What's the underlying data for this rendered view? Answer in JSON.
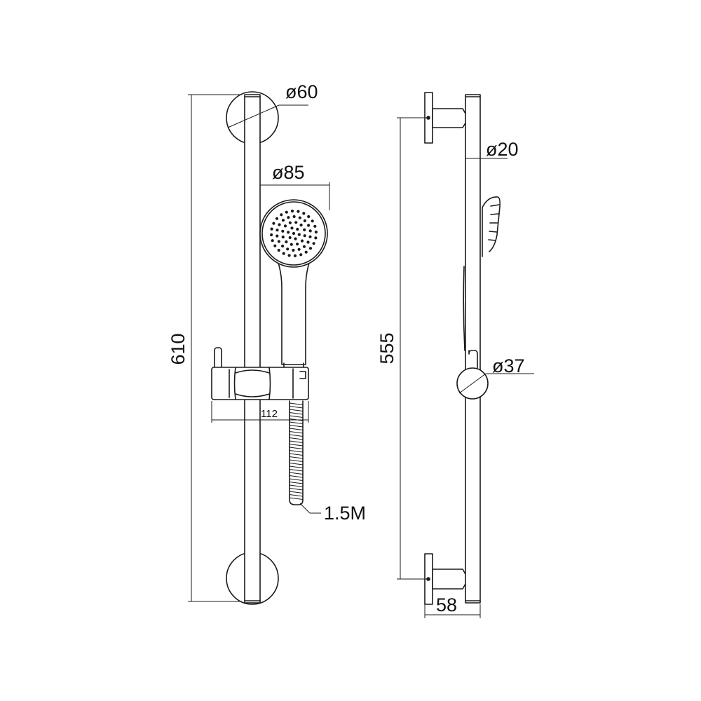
{
  "diagram": {
    "type": "technical-drawing",
    "views": [
      "front",
      "side"
    ],
    "stroke_color": "#1a1a1a",
    "background": "#ffffff",
    "dimensions": {
      "total_length": "610",
      "flange_diameter": "ø60",
      "head_diameter": "ø85",
      "slider_width": "112",
      "hose_length": "1.5M",
      "centers": "555",
      "rail_diameter": "ø20",
      "knob_diameter": "ø37",
      "projection": "58"
    }
  }
}
